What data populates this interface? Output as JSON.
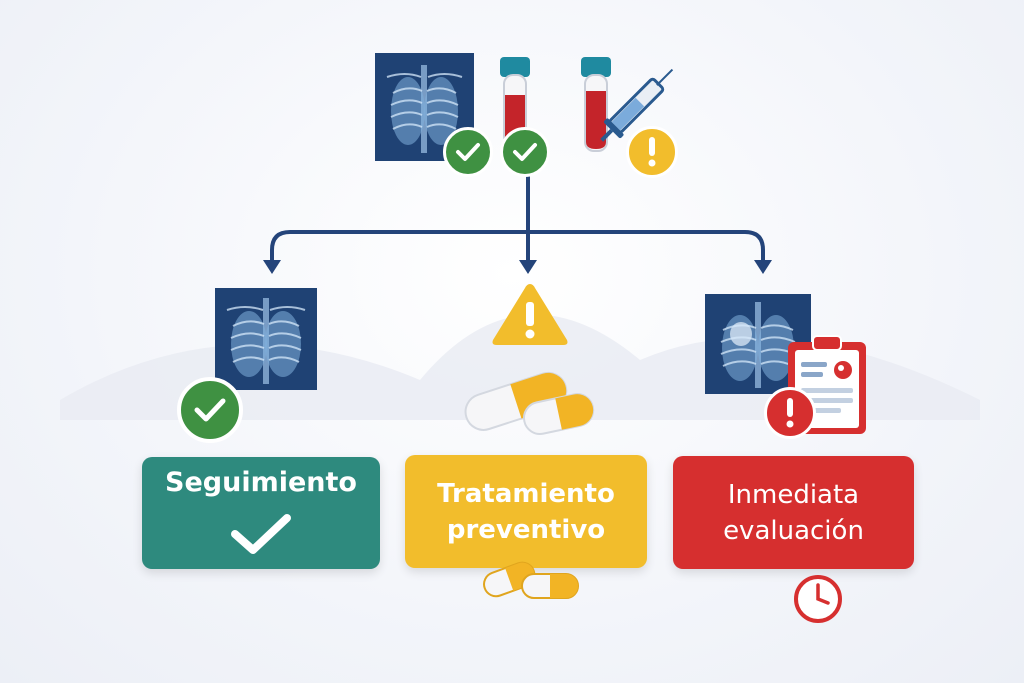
{
  "colors": {
    "navy": "#24447a",
    "green": "#3f9142",
    "teal": "#2e8a7e",
    "yellow": "#f2bd2c",
    "red": "#d62f2f"
  },
  "top": {
    "icons": [
      "chest-xray-icon",
      "check-icon",
      "blood-tube-icon",
      "check-icon",
      "blood-tube-icon",
      "syringe-icon",
      "warning-icon"
    ]
  },
  "outcomes": [
    {
      "id": "seguimiento",
      "label_lines": [
        "Seguimiento"
      ],
      "color": "#2e8a7e",
      "icons": [
        "chest-xray-icon",
        "check-icon"
      ]
    },
    {
      "id": "tratamiento",
      "label_lines": [
        "Tratamiento",
        "preventivo"
      ],
      "color": "#f2bd2c",
      "icons": [
        "warning-triangle-icon",
        "pill-icon"
      ]
    },
    {
      "id": "evaluacion",
      "label_lines": [
        "Inmediata",
        "evaluación"
      ],
      "color": "#d62f2f",
      "icons": [
        "chest-xray-icon",
        "clipboard-icon",
        "alert-icon",
        "clock-icon"
      ]
    }
  ]
}
